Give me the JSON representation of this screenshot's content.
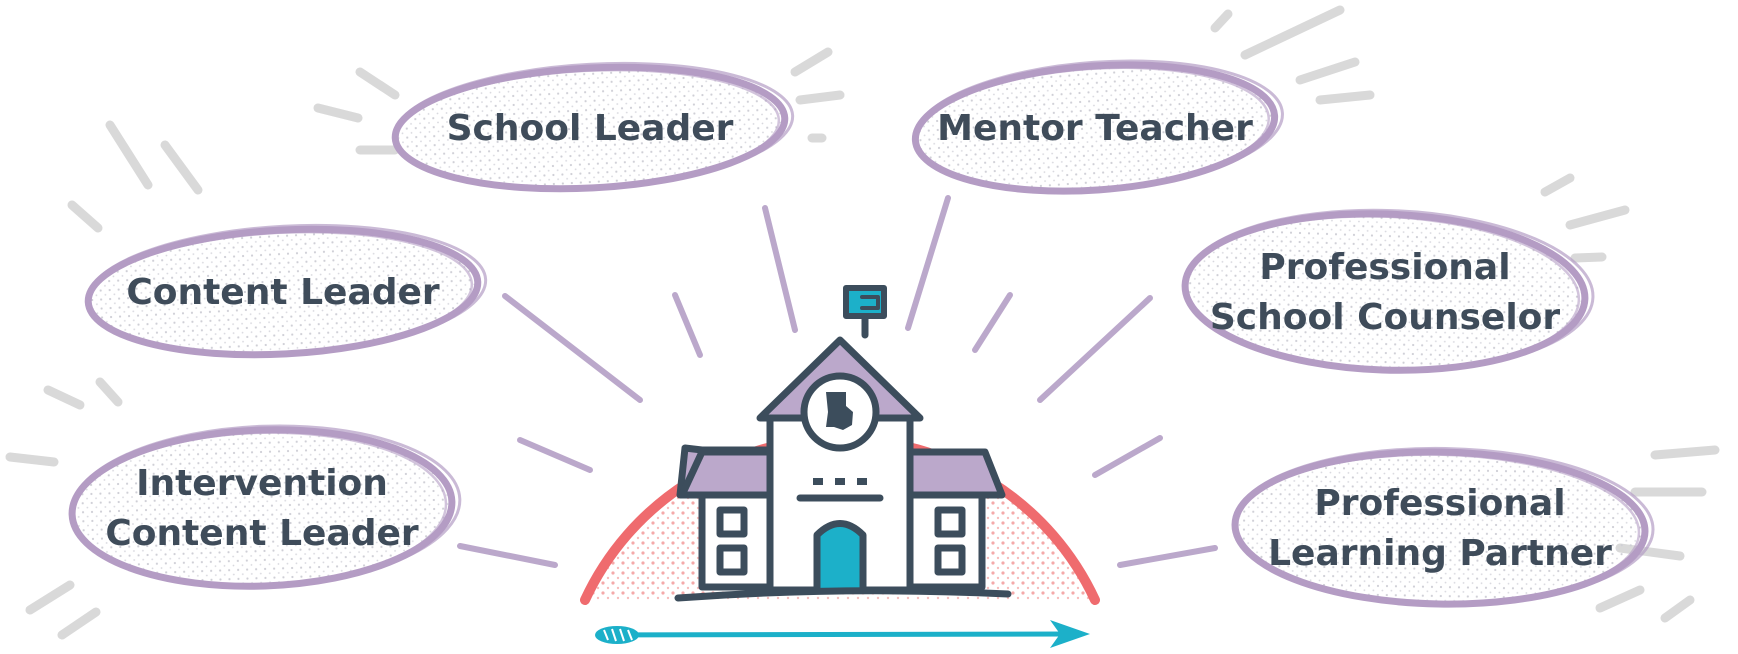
{
  "diagram": {
    "roles": [
      {
        "id": "school-leader",
        "lines": [
          "School Leader"
        ]
      },
      {
        "id": "mentor-teacher",
        "lines": [
          "Mentor Teacher"
        ]
      },
      {
        "id": "content-leader",
        "lines": [
          "Content Leader"
        ]
      },
      {
        "id": "professional-school-counselor",
        "lines": [
          "Professional",
          "School Counselor"
        ]
      },
      {
        "id": "intervention-content-leader",
        "lines": [
          "Intervention",
          "Content Leader"
        ]
      },
      {
        "id": "professional-learning-partner",
        "lines": [
          "Professional",
          "Learning Partner"
        ]
      }
    ],
    "colors": {
      "ellipse_stroke": "#b49cc4",
      "ray": "#bba8cb",
      "burst": "#d9d9d9",
      "dome": "#ef6b6e",
      "dome_dots": "#f08c8c",
      "building_stroke": "#3c4d5c",
      "roof": "#bba8cb",
      "accent": "#1cb0c9",
      "text": "#3f4c5a"
    },
    "icons": [
      "school-building-icon",
      "flag-icon",
      "louisiana-emblem-icon",
      "wheat-arrow-icon"
    ]
  }
}
